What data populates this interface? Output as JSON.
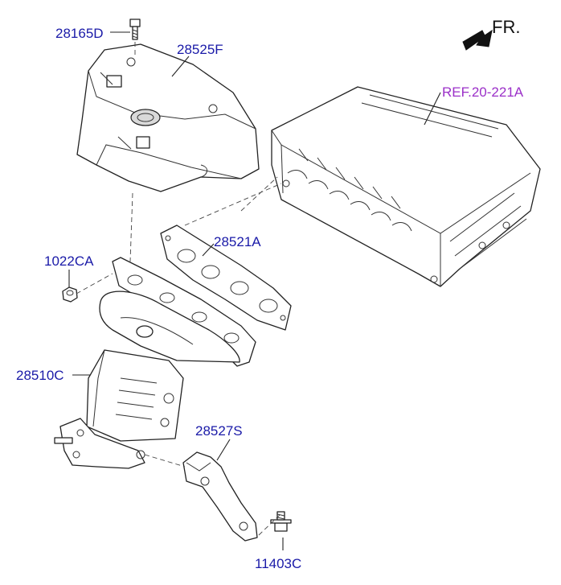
{
  "labels": {
    "p28165D": "28165D",
    "p28525F": "28525F",
    "ref": "REF.20-221A",
    "fr": "FR.",
    "p28521A": "28521A",
    "p1022CA": "1022CA",
    "p28510C": "28510C",
    "p28527S": "28527S",
    "p11403C": "11403C"
  },
  "colors": {
    "part_label": "#1a1aa8",
    "ref_label": "#9b30c8",
    "fr_label": "#111111",
    "linework": "#222222"
  },
  "icons": {
    "fr_arrow": "front-direction-arrow-icon"
  }
}
